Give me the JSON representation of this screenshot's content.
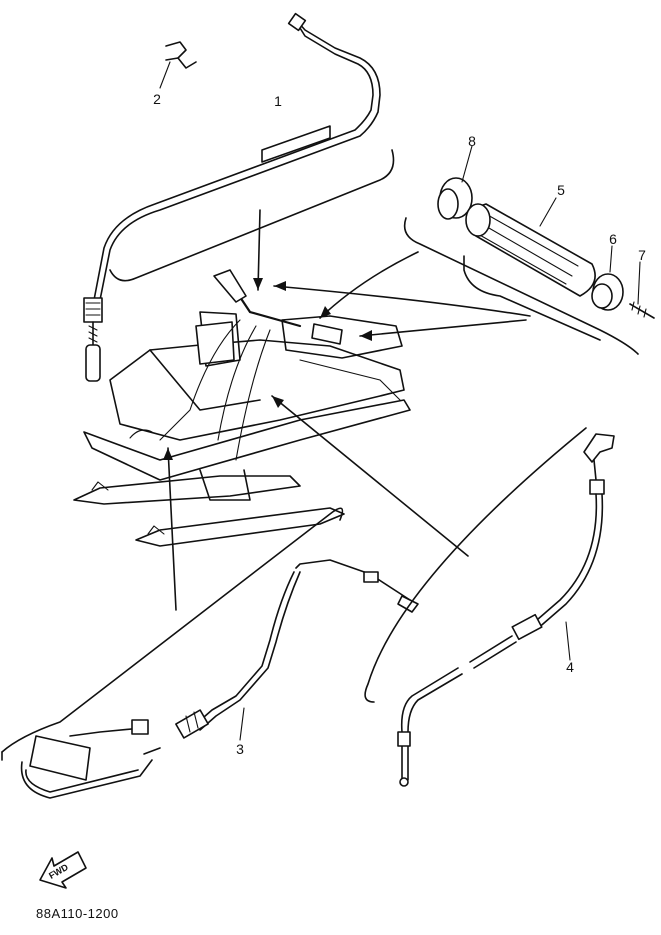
{
  "callouts": [
    {
      "id": "1",
      "label": "1"
    },
    {
      "id": "2",
      "label": "2"
    },
    {
      "id": "3",
      "label": "3"
    },
    {
      "id": "4",
      "label": "4"
    },
    {
      "id": "5",
      "label": "5"
    },
    {
      "id": "6",
      "label": "6"
    },
    {
      "id": "7",
      "label": "7"
    },
    {
      "id": "8",
      "label": "8"
    }
  ],
  "fwd_label": "FWD",
  "diagram_code": "88A110-1200",
  "icons": [
    "forward-arrow-icon"
  ],
  "colors": {
    "line": "#111111",
    "background": "#ffffff"
  }
}
